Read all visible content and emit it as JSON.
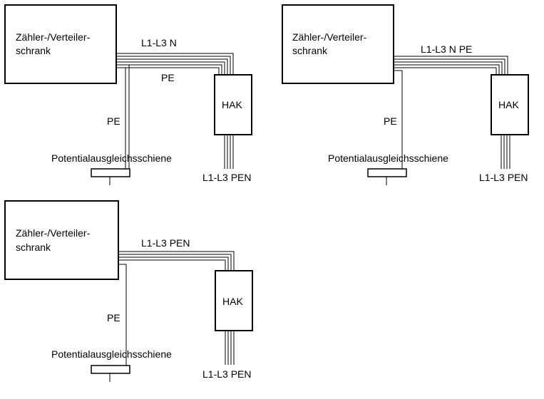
{
  "diagrams": [
    {
      "cabinet_line1": "Zähler-/Verteiler-",
      "cabinet_line2": "schrank",
      "hak_label": "HAK",
      "feed_label": "L1-L3 N",
      "pe_top_label": "PE",
      "pe_side_label": "PE",
      "busbar_label": "Potentialausgleichsschiene",
      "supply_label": "L1-L3 PEN"
    },
    {
      "cabinet_line1": "Zähler-/Verteiler-",
      "cabinet_line2": "schrank",
      "hak_label": "HAK",
      "feed_label": "L1-L3 N PE",
      "pe_side_label": "PE",
      "busbar_label": "Potentialausgleichsschiene",
      "supply_label": "L1-L3 PEN"
    },
    {
      "cabinet_line1": "Zähler-/Verteiler-",
      "cabinet_line2": "schrank",
      "hak_label": "HAK",
      "feed_label": "L1-L3 PEN",
      "pe_side_label": "PE",
      "busbar_label": "Potentialausgleichsschiene",
      "supply_label": "L1-L3 PEN"
    }
  ]
}
